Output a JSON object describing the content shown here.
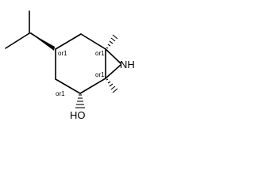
{
  "molecule": {
    "atoms": {
      "nitrogen": "NH",
      "hydroxyl": "HO"
    },
    "stereo_labels": {
      "c_isopropyl": "or1",
      "c_top_right": "or1",
      "c_lower_right": "or1",
      "c_oh": "or1"
    },
    "colors": {
      "line": "#000000",
      "background": "#ffffff"
    }
  }
}
